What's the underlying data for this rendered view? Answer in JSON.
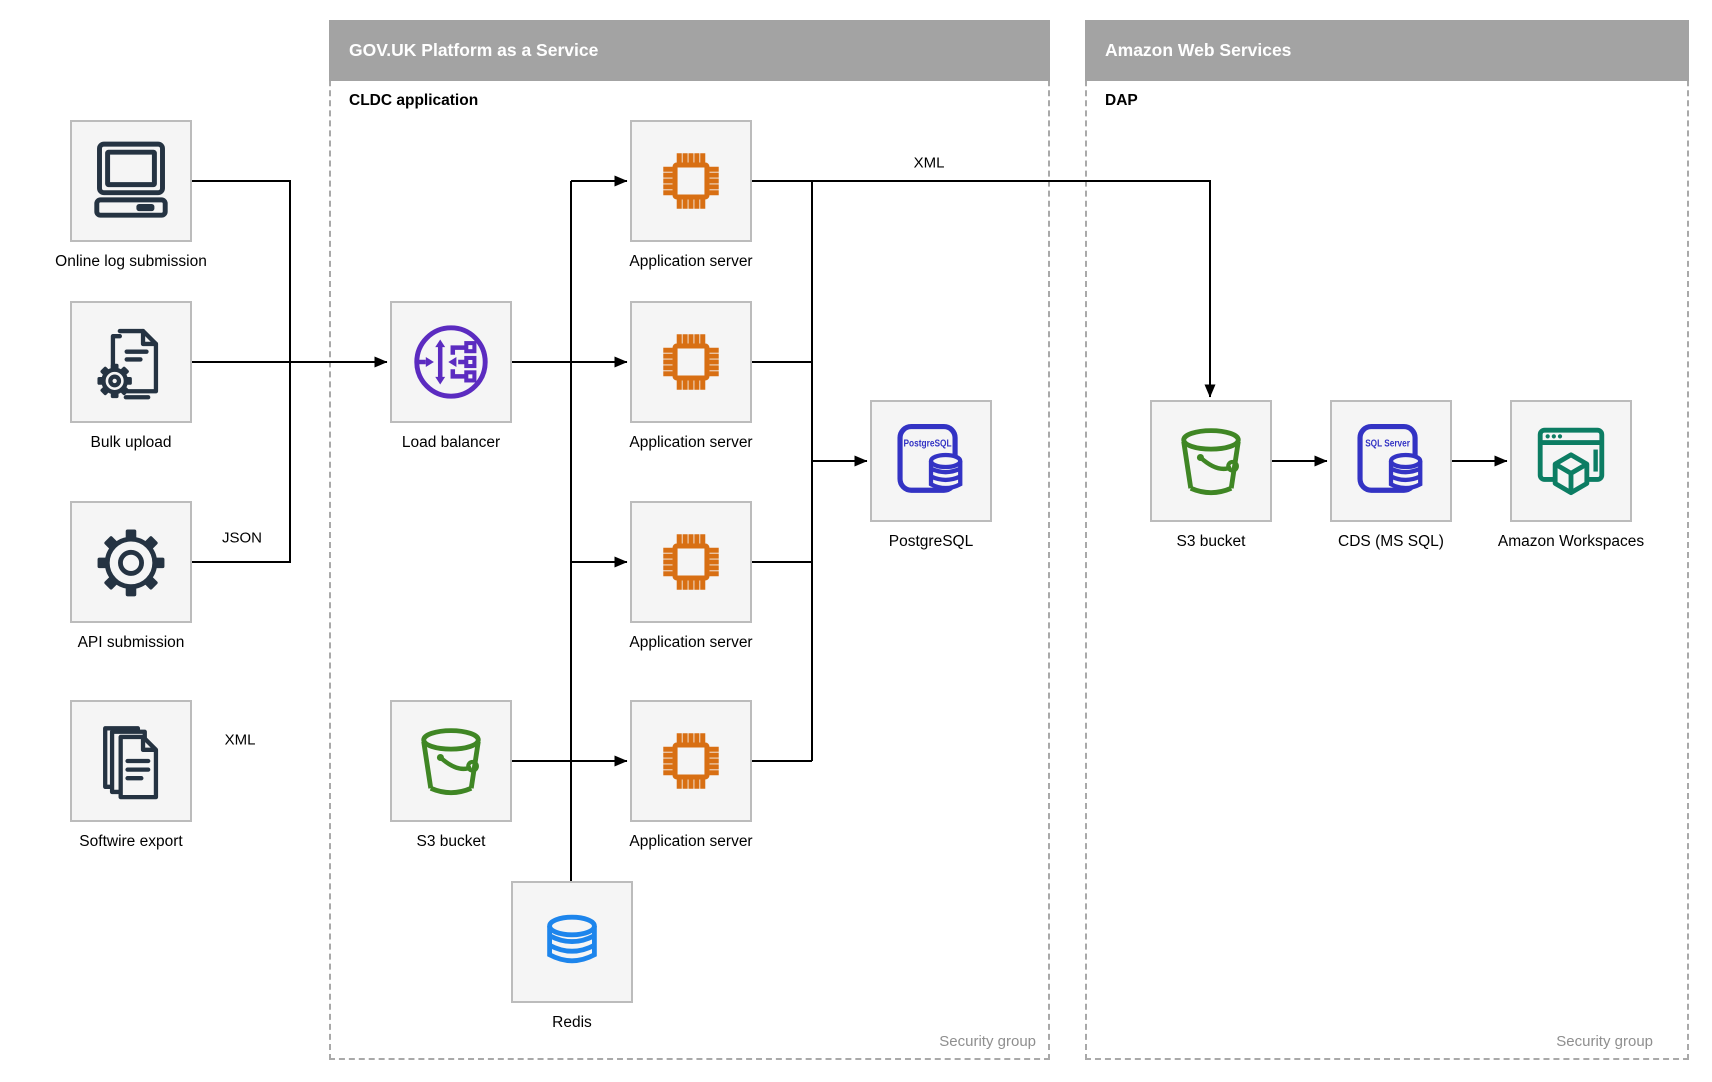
{
  "containers": {
    "paas": {
      "title": "GOV.UK Platform as a Service",
      "sublabel": "CLDC application",
      "footer": "Security group"
    },
    "aws": {
      "title": "Amazon Web Services",
      "sublabel": "DAP",
      "footer": "Security group"
    }
  },
  "nodes": {
    "online_log": {
      "label": "Online log submission",
      "icon": "desktop-computer-icon"
    },
    "bulk_upload": {
      "label": "Bulk upload",
      "icon": "documents-gear-icon"
    },
    "api_submission": {
      "label": "API submission",
      "icon": "gear-icon"
    },
    "softwire_export": {
      "label": "Softwire export",
      "icon": "document-stack-icon"
    },
    "load_balancer": {
      "label": "Load balancer",
      "icon": "load-balancer-icon"
    },
    "app_server_1": {
      "label": "Application server",
      "icon": "chip-icon"
    },
    "app_server_2": {
      "label": "Application server",
      "icon": "chip-icon"
    },
    "app_server_3": {
      "label": "Application server",
      "icon": "chip-icon"
    },
    "app_server_4": {
      "label": "Application server",
      "icon": "chip-icon"
    },
    "postgresql": {
      "label": "PostgreSQL",
      "icon": "postgresql-icon",
      "icon_text": "PostgreSQL"
    },
    "s3_bucket_paas": {
      "label": "S3 bucket",
      "icon": "bucket-icon"
    },
    "redis": {
      "label": "Redis",
      "icon": "database-icon"
    },
    "s3_bucket_aws": {
      "label": "S3 bucket",
      "icon": "bucket-icon"
    },
    "cds": {
      "label": "CDS (MS SQL)",
      "icon": "sql-server-icon",
      "icon_text": "SQL Server"
    },
    "workspaces": {
      "label": "Amazon Workspaces",
      "icon": "workspaces-icon"
    }
  },
  "edge_labels": {
    "json": "JSON",
    "xml_softwire": "XML",
    "xml_top": "XML"
  },
  "colors": {
    "header_gray": "#A3A3A3",
    "dark_icon": "#253342",
    "orange_chip": "#D86F13",
    "purple_lb": "#5B2BC0",
    "green_bucket": "#3F8624",
    "indigo_db": "#3333C4",
    "blue_redis": "#1D85EC",
    "teal_workspaces": "#0C7D63",
    "edge_black": "#000000",
    "node_fill": "#F5F5F5",
    "node_border": "#BCBCBC"
  }
}
